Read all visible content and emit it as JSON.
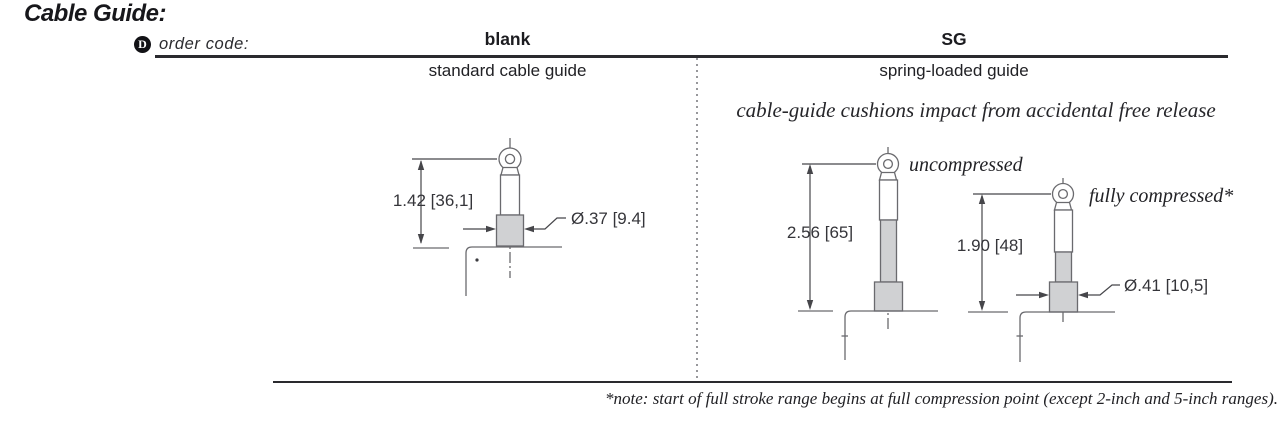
{
  "title": "Cable Guide:",
  "order_code": {
    "marker": "D",
    "label": "order code:"
  },
  "columns": [
    {
      "code": "blank",
      "description": "standard cable guide"
    },
    {
      "code": "SG",
      "description": "spring-loaded guide"
    }
  ],
  "sg_caption": "cable-guide cushions impact from accidental free release",
  "figures": {
    "standard": {
      "height_dim": "1.42 [36,1]",
      "diameter_dim": "Ø.37 [9.4]"
    },
    "uncompressed": {
      "label": "uncompressed",
      "height_dim": "2.56 [65]"
    },
    "fully_compressed": {
      "label": "fully compressed*",
      "height_dim": "1.90 [48]",
      "diameter_dim": "Ø.41 [10,5]"
    }
  },
  "footnote": "*note: start of full stroke range begins at full compression point (except 2-inch and 5-inch ranges).",
  "colors": {
    "ink": "#1c1c20",
    "drawing_line": "#6a6a6e",
    "drawing_fill": "#d0d1d3"
  }
}
